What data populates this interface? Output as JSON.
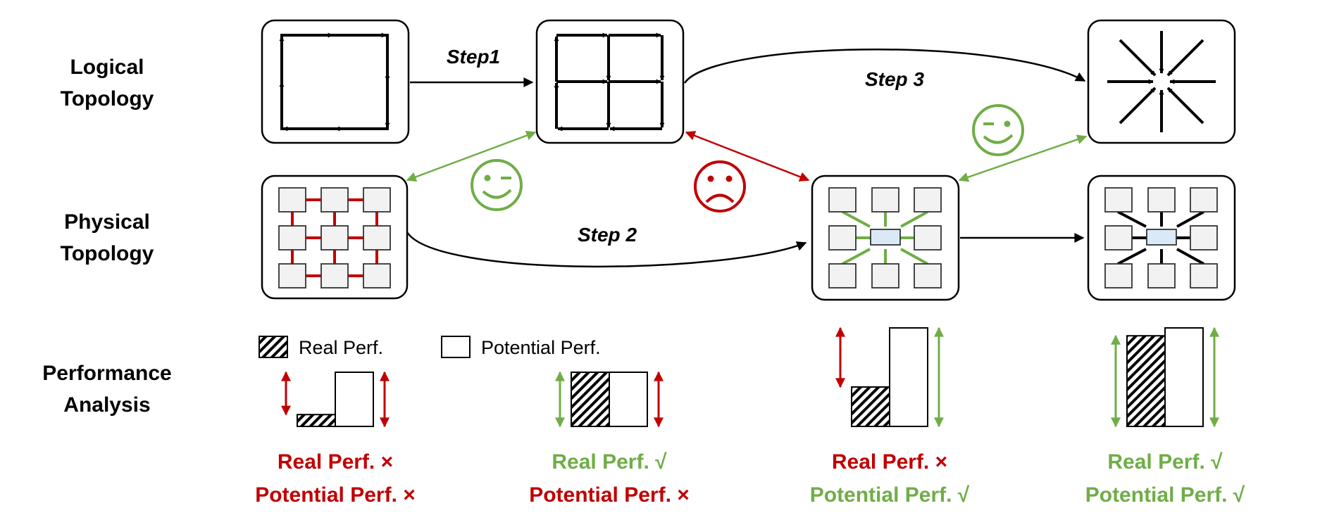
{
  "rows": {
    "logical": [
      "Logical",
      "Topology"
    ],
    "physical": [
      "Physical",
      "Topology"
    ],
    "performance": [
      "Performance",
      "Analysis"
    ]
  },
  "steps": {
    "step1": "Step1",
    "step2": "Step 2",
    "step3": "Step 3"
  },
  "legend": {
    "real": "Real Perf.",
    "potential": "Potential Perf."
  },
  "columns": [
    {
      "real_perf_fraction": 0.12,
      "potential_perf_fraction": 0.55,
      "real_status": "Real Perf. ×",
      "potential_status": "Potential Perf. ×",
      "real_ok": false,
      "potential_ok": false
    },
    {
      "real_perf_fraction": 0.55,
      "potential_perf_fraction": 0.55,
      "real_status": "Real Perf. √",
      "potential_status": "Potential Perf. ×",
      "real_ok": true,
      "potential_ok": false
    },
    {
      "real_perf_fraction": 0.4,
      "potential_perf_fraction": 1.0,
      "real_status": "Real Perf. ×",
      "potential_status": "Potential Perf. √",
      "real_ok": false,
      "potential_ok": true
    },
    {
      "real_perf_fraction": 0.92,
      "potential_perf_fraction": 1.0,
      "real_status": "Real Perf. √",
      "potential_status": "Potential Perf. √",
      "real_ok": true,
      "potential_ok": true
    }
  ],
  "colors": {
    "red": "#c00000",
    "green": "#70ad47",
    "chip_fill": "#f2f2f2",
    "switch_fill": "#dae9f7"
  },
  "icons": [
    "wink-face-icon",
    "frown-face-icon"
  ]
}
